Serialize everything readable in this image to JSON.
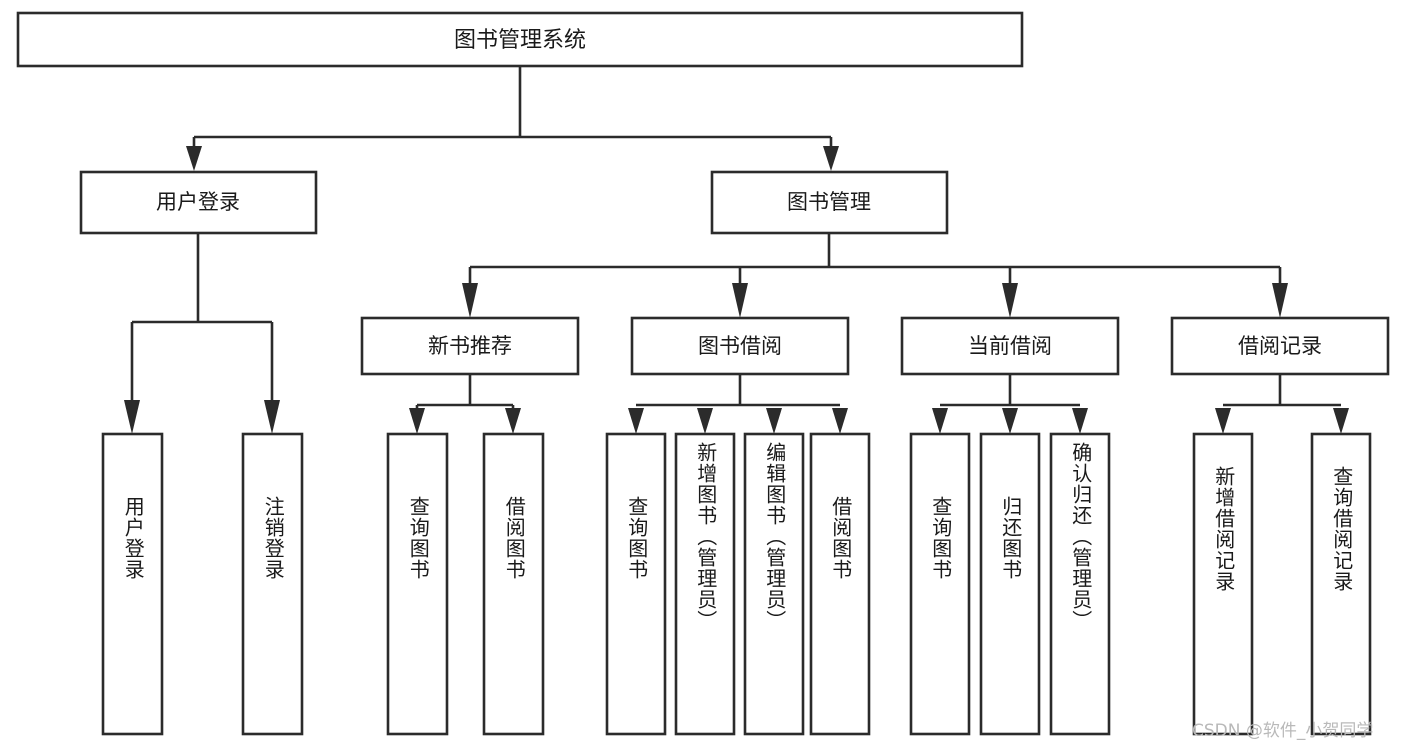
{
  "diagram": {
    "title": "图书管理系统",
    "type": "tree",
    "orientation": "top-down",
    "colors": {
      "box_fill": "#ffffff",
      "box_stroke": "#2b2b2b",
      "text": "#1a1a1a",
      "background": "#ffffff",
      "watermark": "#b9b9b9"
    },
    "root": {
      "label": "图书管理系统"
    },
    "level2": [
      {
        "label": "用户登录"
      },
      {
        "label": "图书管理"
      }
    ],
    "level3": [
      {
        "label": "新书推荐"
      },
      {
        "label": "图书借阅"
      },
      {
        "label": "当前借阅"
      },
      {
        "label": "借阅记录"
      }
    ],
    "leaves": {
      "user_login": [
        {
          "label": "用户登录"
        },
        {
          "label": "注销登录"
        }
      ],
      "new_book": [
        {
          "label": "查询图书"
        },
        {
          "label": "借阅图书"
        }
      ],
      "book_borrow": [
        {
          "label": "查询图书"
        },
        {
          "label": "新增图书（管理员）"
        },
        {
          "label": "编辑图书（管理员）"
        },
        {
          "label": "借阅图书"
        }
      ],
      "current_borrow": [
        {
          "label": "查询图书"
        },
        {
          "label": "归还图书"
        },
        {
          "label": "确认归还（管理员）"
        }
      ],
      "borrow_record": [
        {
          "label": "新增借阅记录"
        },
        {
          "label": "查询借阅记录"
        }
      ]
    },
    "watermark": {
      "text": "CSDN @软件_小贺同学"
    }
  }
}
